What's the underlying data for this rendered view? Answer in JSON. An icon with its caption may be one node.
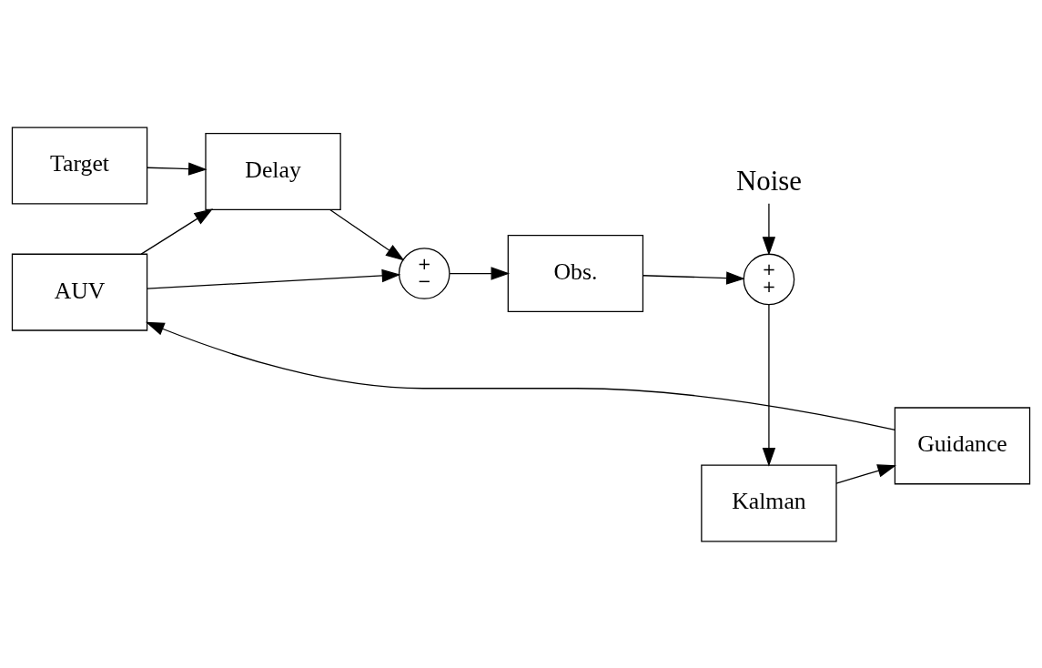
{
  "diagram": {
    "nodes": [
      {
        "text": [
          "Target"
        ]
      },
      {
        "text": [
          "Delay"
        ]
      },
      {
        "text": [
          "+",
          "−"
        ]
      },
      {
        "text": [
          "Obs."
        ]
      },
      {
        "text": [
          "+",
          "+"
        ]
      },
      {
        "text": [
          "Noise"
        ]
      },
      {
        "text": [
          "AUV"
        ]
      },
      {
        "text": [
          "Guidance"
        ]
      },
      {
        "text": [
          "Kalman"
        ]
      }
    ],
    "edges": [
      {
        "from": 0,
        "to": 1,
        "arrow": "to"
      },
      {
        "from": 6,
        "to": 1,
        "arrow": "to"
      },
      {
        "from": 1,
        "to": 2,
        "arrow": "to"
      },
      {
        "from": 6,
        "to": 2,
        "arrow": "to"
      },
      {
        "from": 2,
        "to": 3,
        "arrow": "to"
      },
      {
        "from": 3,
        "to": 4,
        "arrow": "to"
      },
      {
        "from": 5,
        "to": 4,
        "arrow": "to"
      },
      {
        "from": 4,
        "to": 8,
        "arrow": "to"
      },
      {
        "from": 8,
        "to": 7,
        "arrow": "to"
      },
      {
        "from": 7,
        "to": 6,
        "arrow": "to"
      }
    ]
  }
}
